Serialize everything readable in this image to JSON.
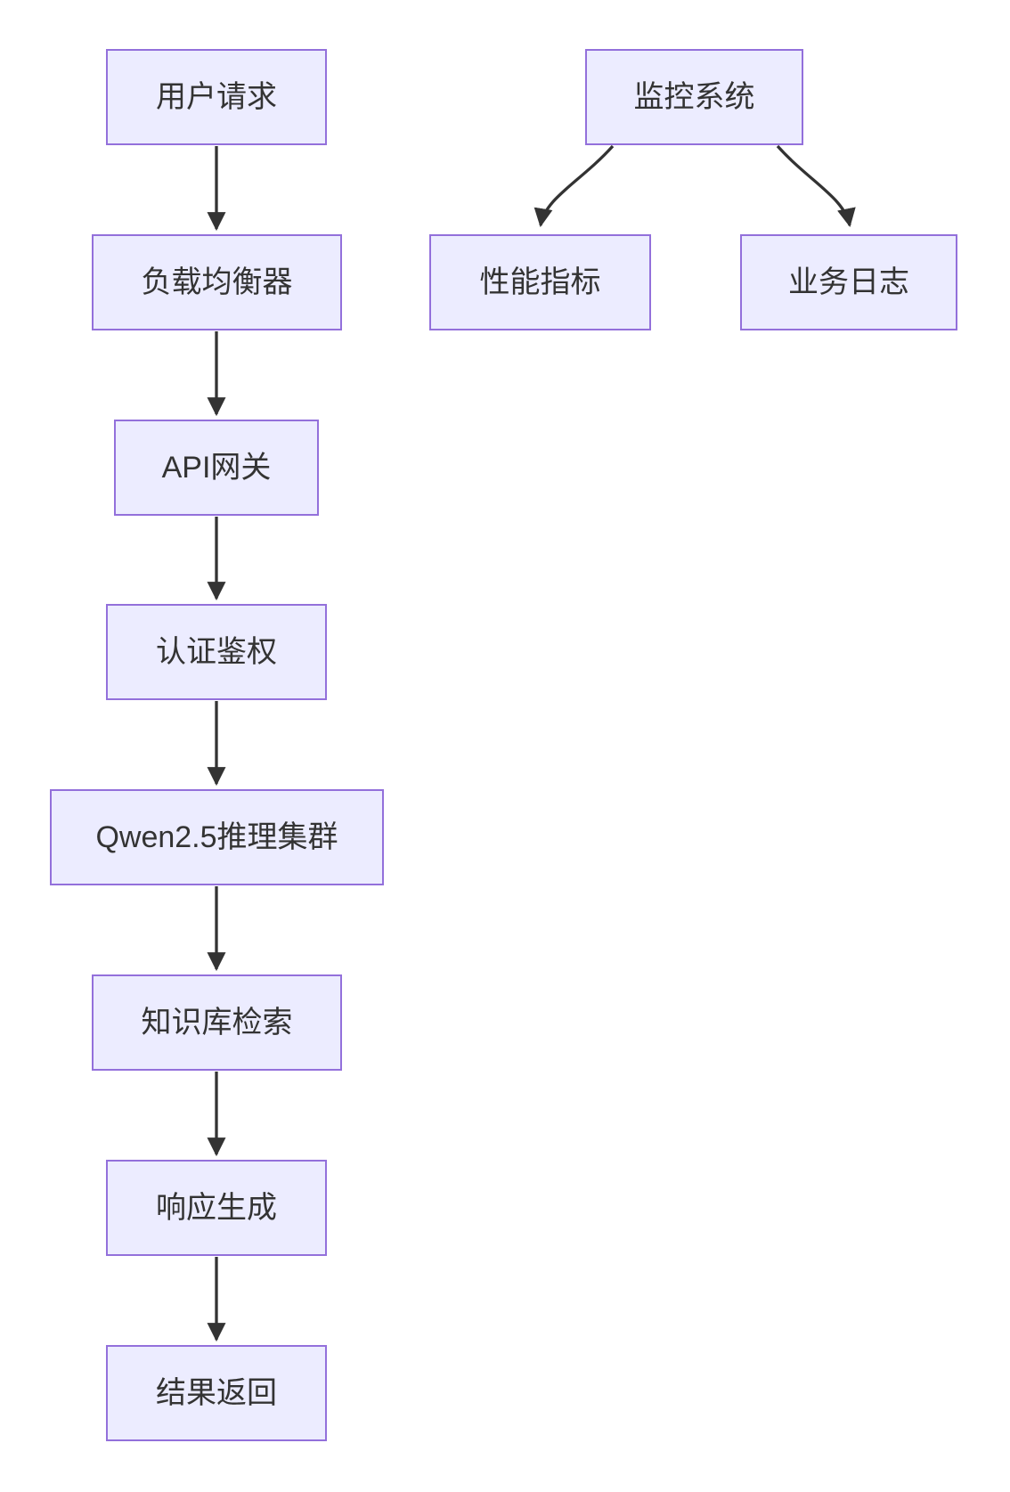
{
  "diagram": {
    "type": "flowchart",
    "direction": "top-down",
    "nodes": [
      {
        "id": "user-request",
        "label": "用户请求"
      },
      {
        "id": "load-balancer",
        "label": "负载均衡器"
      },
      {
        "id": "api-gateway",
        "label": "API网关"
      },
      {
        "id": "auth",
        "label": "认证鉴权"
      },
      {
        "id": "qwen-cluster",
        "label": "Qwen2.5推理集群"
      },
      {
        "id": "kb-retrieval",
        "label": "知识库检索"
      },
      {
        "id": "response-gen",
        "label": "响应生成"
      },
      {
        "id": "result-return",
        "label": "结果返回"
      },
      {
        "id": "monitoring",
        "label": "监控系统"
      },
      {
        "id": "perf-metrics",
        "label": "性能指标"
      },
      {
        "id": "business-logs",
        "label": "业务日志"
      }
    ],
    "edges": [
      {
        "from": "用户请求",
        "to": "负载均衡器"
      },
      {
        "from": "负载均衡器",
        "to": "API网关"
      },
      {
        "from": "API网关",
        "to": "认证鉴权"
      },
      {
        "from": "认证鉴权",
        "to": "Qwen2.5推理集群"
      },
      {
        "from": "Qwen2.5推理集群",
        "to": "知识库检索"
      },
      {
        "from": "知识库检索",
        "to": "响应生成"
      },
      {
        "from": "响应生成",
        "to": "结果返回"
      },
      {
        "from": "监控系统",
        "to": "性能指标"
      },
      {
        "from": "监控系统",
        "to": "业务日志"
      }
    ],
    "colors": {
      "node_fill": "#ECECFF",
      "node_border": "#9370DB",
      "text": "#333333",
      "edge": "#333333",
      "background": "#FFFFFF"
    }
  }
}
